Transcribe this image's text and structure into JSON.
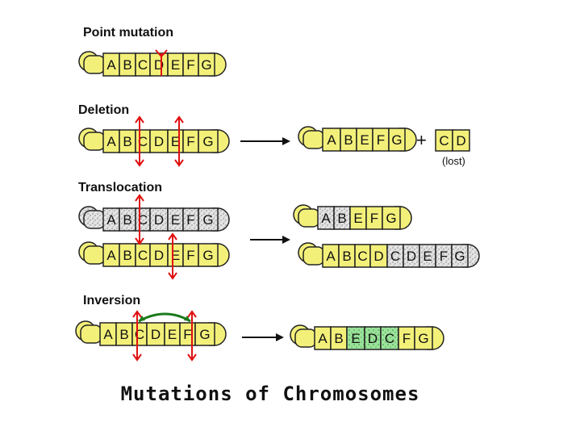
{
  "main_title": "Mutations of Chromosomes",
  "colors": {
    "chrom_yellow": "#f3f07a",
    "outline": "#222222",
    "speckle_gray": "#d6d6d6",
    "inverted_green": "#9be39b",
    "red_arrow": "#e01010",
    "green_arrow": "#1a7a1a"
  },
  "sections": {
    "point": {
      "title": "Point mutation",
      "chromosome": {
        "genes": [
          "A",
          "B",
          "C",
          "D",
          "E",
          "F",
          "G"
        ],
        "style": "yellow"
      }
    },
    "deletion": {
      "title": "Deletion",
      "before": {
        "genes": [
          "A",
          "B",
          "C",
          "D",
          "E",
          "F",
          "G"
        ]
      },
      "after": {
        "genes": [
          "A",
          "B",
          "E",
          "F",
          "G"
        ]
      },
      "plus": "+",
      "fragment": {
        "genes": [
          "C",
          "D"
        ]
      },
      "lost_label": "(lost)"
    },
    "translocation": {
      "title": "Translocation",
      "before_top": {
        "genes": [
          "A",
          "B",
          "C",
          "D",
          "E",
          "F",
          "G"
        ],
        "style": "gray"
      },
      "before_bottom": {
        "genes": [
          "A",
          "B",
          "C",
          "D",
          "E",
          "F",
          "G"
        ]
      },
      "after_top": {
        "genes": [
          "A",
          "B",
          "E",
          "F",
          "G"
        ]
      },
      "after_bottom": {
        "genes": [
          "A",
          "B",
          "C",
          "D",
          "C",
          "D",
          "E",
          "F",
          "G"
        ]
      }
    },
    "inversion": {
      "title": "Inversion",
      "before": {
        "genes": [
          "A",
          "B",
          "C",
          "D",
          "E",
          "F",
          "G"
        ]
      },
      "after": {
        "genes": [
          "A",
          "B",
          "E",
          "D",
          "C",
          "F",
          "G"
        ]
      }
    }
  }
}
